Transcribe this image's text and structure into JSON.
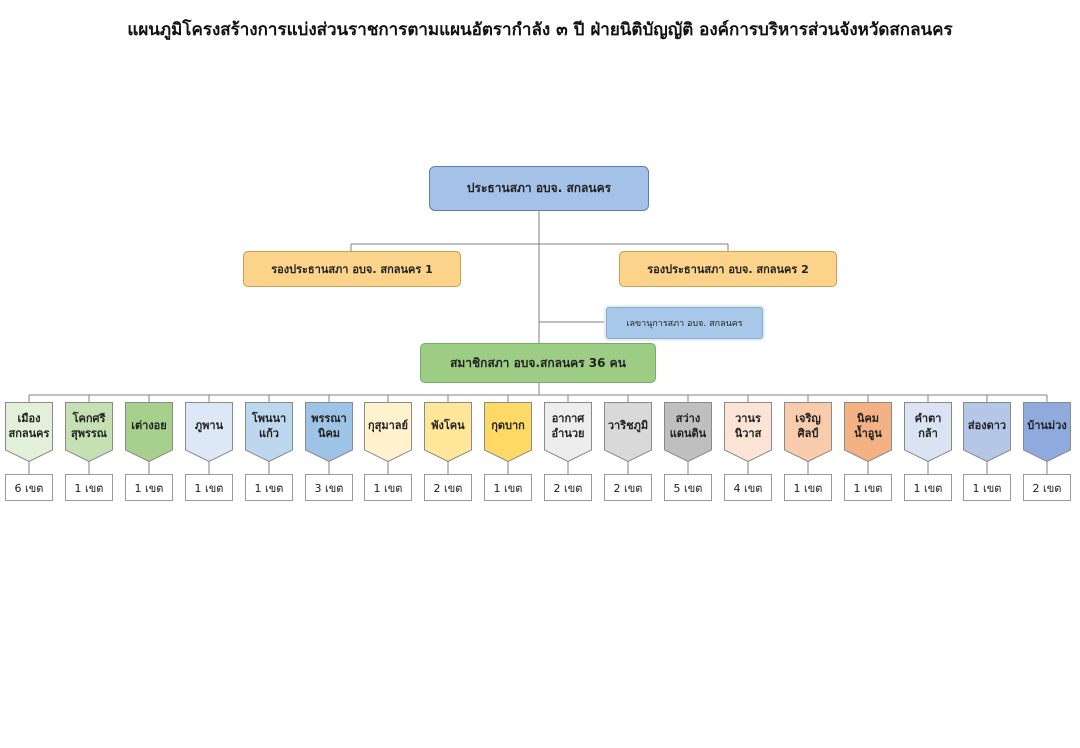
{
  "title": "แผนภูมิโครงสร้างการแบ่งส่วนราชการตามแผนอัตรากำลัง ๓ ปี ฝ่ายนิติบัญญัติ องค์การบริหารส่วนจังหวัดสกลนคร",
  "chair": "ประธานสภา อบจ. สกลนคร",
  "vice1": "รองประธานสภา อบจ. สกลนคร 1",
  "vice2": "รองประธานสภา อบจ. สกลนคร 2",
  "secretary": "เลขานุการสภา อบจ. สกลนคร",
  "members": "สมาชิกสภา อบจ.สกลนคร  36 คน",
  "districts": [
    {
      "name": "เมือง\nสกลนคร",
      "zones": "6 เขต",
      "color": "#e2efd9"
    },
    {
      "name": "โคกศรี\nสุพรรณ",
      "zones": "1 เขต",
      "color": "#c5e0b3"
    },
    {
      "name": "เต่างอย",
      "zones": "1 เขต",
      "color": "#a8d08d"
    },
    {
      "name": "ภูพาน",
      "zones": "1 เขต",
      "color": "#dde8f6"
    },
    {
      "name": "โพนนา\nแก้ว",
      "zones": "1 เขต",
      "color": "#bdd7ee"
    },
    {
      "name": "พรรณา\nนิคม",
      "zones": "3 เขต",
      "color": "#9dc3e6"
    },
    {
      "name": "กุสุมาลย์",
      "zones": "1 เขต",
      "color": "#fff2cc"
    },
    {
      "name": "พังโคน",
      "zones": "2 เขต",
      "color": "#ffe699"
    },
    {
      "name": "กุดบาก",
      "zones": "1 เขต",
      "color": "#ffd966"
    },
    {
      "name": "อากาศ\nอำนวย",
      "zones": "2 เขต",
      "color": "#ededed"
    },
    {
      "name": "วาริชภูมิ",
      "zones": "2 เขต",
      "color": "#d9d9d9"
    },
    {
      "name": "สว่าง\nแดนดิน",
      "zones": "5 เขต",
      "color": "#bfbfbf"
    },
    {
      "name": "วานร\nนิวาส",
      "zones": "4 เขต",
      "color": "#fbe4d5"
    },
    {
      "name": "เจริญ\nศิลป์",
      "zones": "1 เขต",
      "color": "#f8cbad"
    },
    {
      "name": "นิคม\nน้ำอูน",
      "zones": "1 เขต",
      "color": "#f4b183"
    },
    {
      "name": "คำตา\nกล้า",
      "zones": "1 เขต",
      "color": "#dae3f3"
    },
    {
      "name": "ส่องดาว",
      "zones": "1 เขต",
      "color": "#b4c7e7"
    },
    {
      "name": "บ้านม่วง",
      "zones": "2 เขต",
      "color": "#8faadc"
    }
  ]
}
